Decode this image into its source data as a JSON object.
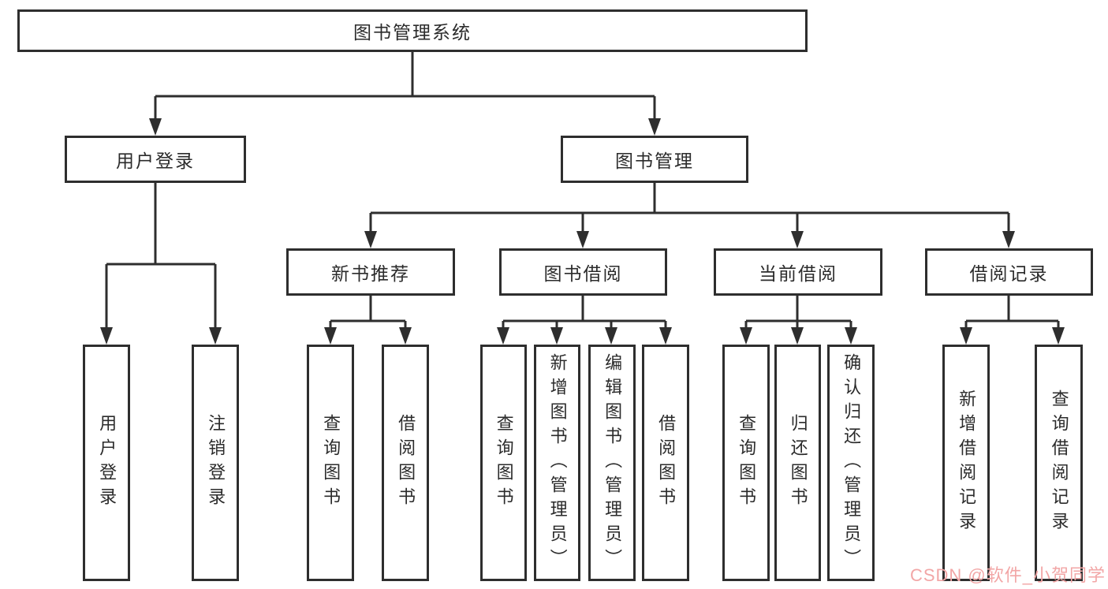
{
  "diagram": {
    "type": "hierarchy-tree",
    "tree": {
      "root": {
        "label": "图书管理系统",
        "children": [
          {
            "label": "用户登录",
            "children": [
              {
                "label": "用户登录"
              },
              {
                "label": "注销登录"
              }
            ]
          },
          {
            "label": "图书管理",
            "children": [
              {
                "label": "新书推荐",
                "children": [
                  {
                    "label": "查询图书"
                  },
                  {
                    "label": "借阅图书"
                  }
                ]
              },
              {
                "label": "图书借阅",
                "children": [
                  {
                    "label": "查询图书"
                  },
                  {
                    "label": "新增图书（管理员）"
                  },
                  {
                    "label": "编辑图书（管理员）"
                  },
                  {
                    "label": "借阅图书"
                  }
                ]
              },
              {
                "label": "当前借阅",
                "children": [
                  {
                    "label": "查询图书"
                  },
                  {
                    "label": "归还图书"
                  },
                  {
                    "label": "确认归还（管理员）"
                  }
                ]
              },
              {
                "label": "借阅记录",
                "children": [
                  {
                    "label": "新增借阅记录"
                  },
                  {
                    "label": "查询借阅记录"
                  }
                ]
              }
            ]
          }
        ]
      }
    },
    "colors": {
      "box_border": "#2e2e2e",
      "box_fill": "#ffffff",
      "line": "#2e2e2e",
      "text": "#2b2b2b",
      "background": "#ffffff",
      "watermark": "#f2a6a6"
    }
  },
  "watermark": {
    "text": "CSDN @软件_小贺同学"
  }
}
